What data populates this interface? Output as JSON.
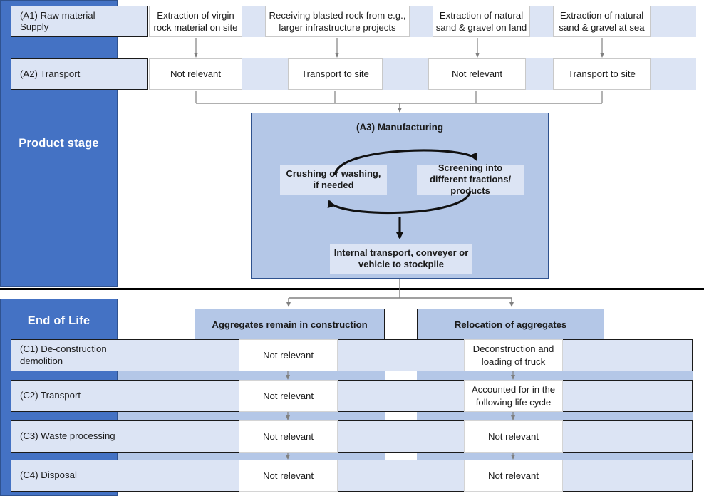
{
  "stages": {
    "product": "Product stage",
    "eol": "End of Life"
  },
  "rows": {
    "a1": "(A1) Raw material\nSupply",
    "a2": "(A2) Transport",
    "c1": "(C1) De-construction\ndemolition",
    "c2": "(C2) Transport",
    "c3": "(C3) Waste processing",
    "c4": "(C4) Disposal"
  },
  "a1_cells": [
    "Extraction of virgin rock material on site",
    "Receiving blasted rock from e.g., larger infrastructure projects",
    "Extraction of natural sand & gravel on land",
    "Extraction of natural sand & gravel at sea"
  ],
  "a2_cells": [
    "Not relevant",
    "Transport to site",
    "Not relevant",
    "Transport to site"
  ],
  "manufacturing": {
    "title": "(A3) Manufacturing",
    "left": "Crushing or washing, if needed",
    "right": "Screening into different fractions/ products",
    "bottom": "Internal transport, conveyer or vehicle to stockpile"
  },
  "eol_heads": [
    "Aggregates remain in construction",
    "Relocation of aggregates"
  ],
  "eol_cells": {
    "c1": [
      "Not relevant",
      "Deconstruction and loading of truck"
    ],
    "c2": [
      "Not relevant",
      "Accounted for in the following life cycle"
    ],
    "c3": [
      "Not relevant",
      "Not relevant"
    ],
    "c4": [
      "Not relevant",
      "Not relevant"
    ]
  },
  "colors": {
    "stage_blue": "#4472C4",
    "panel_blue": "#B4C7E7",
    "light_blue": "#DCE4F4",
    "border_dark": "#1a1a1a",
    "arrow_gray": "#808080",
    "arrow_black": "#000000"
  }
}
